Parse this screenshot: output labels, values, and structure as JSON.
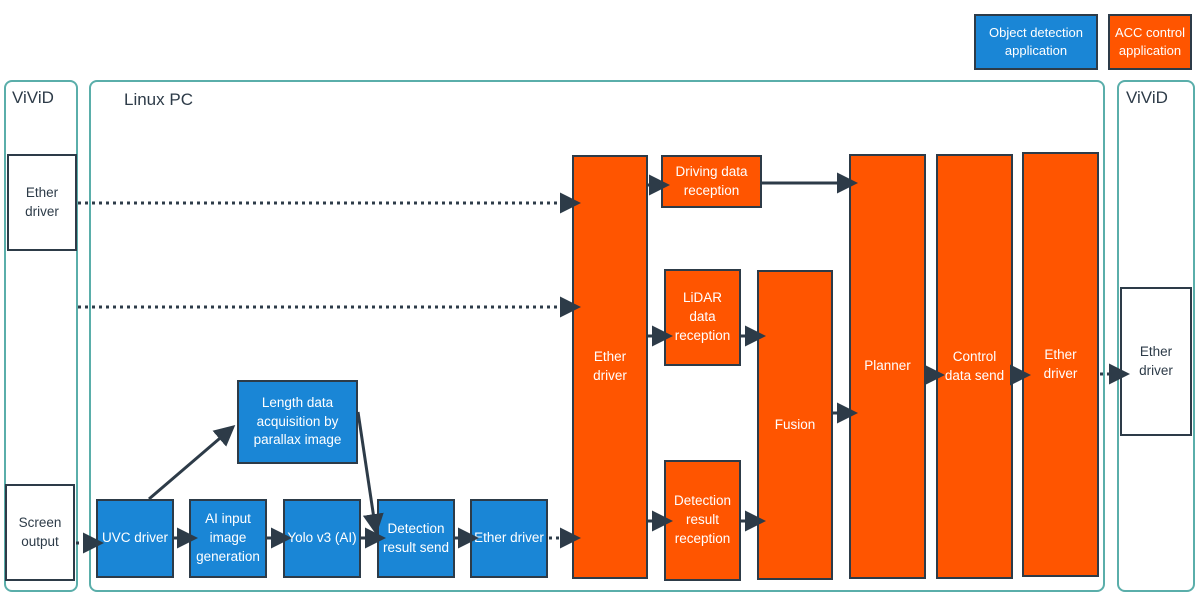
{
  "legend": {
    "blue_label": "Object detection application",
    "orange_label": "ACC control application"
  },
  "frames": {
    "left": "ViViD",
    "center": "Linux PC",
    "right": "ViViD"
  },
  "vivid_left": {
    "ether_driver": "Ether driver",
    "screen_output": "Screen output"
  },
  "vivid_right": {
    "ether_driver": "Ether driver"
  },
  "object_detection": {
    "uvc_driver": "UVC driver",
    "ai_input": "AI input image generation",
    "yolo": "Yolo v3 (AI)",
    "detection_send": "Detection result send",
    "ether_driver": "Ether driver",
    "length_data": "Length data acquisition by parallax image"
  },
  "acc_control": {
    "ether_driver_in": "Ether driver",
    "driving_data": "Driving data reception",
    "lidar": "LiDAR data reception",
    "detection_reception": "Detection result reception",
    "fusion": "Fusion",
    "planner": "Planner",
    "control_send": "Control data send",
    "ether_driver_out": "Ether driver"
  },
  "colors": {
    "blue": "#1a86d6",
    "orange": "#ff5500",
    "frame": "#5aaeaa",
    "stroke": "#2d3b48"
  }
}
